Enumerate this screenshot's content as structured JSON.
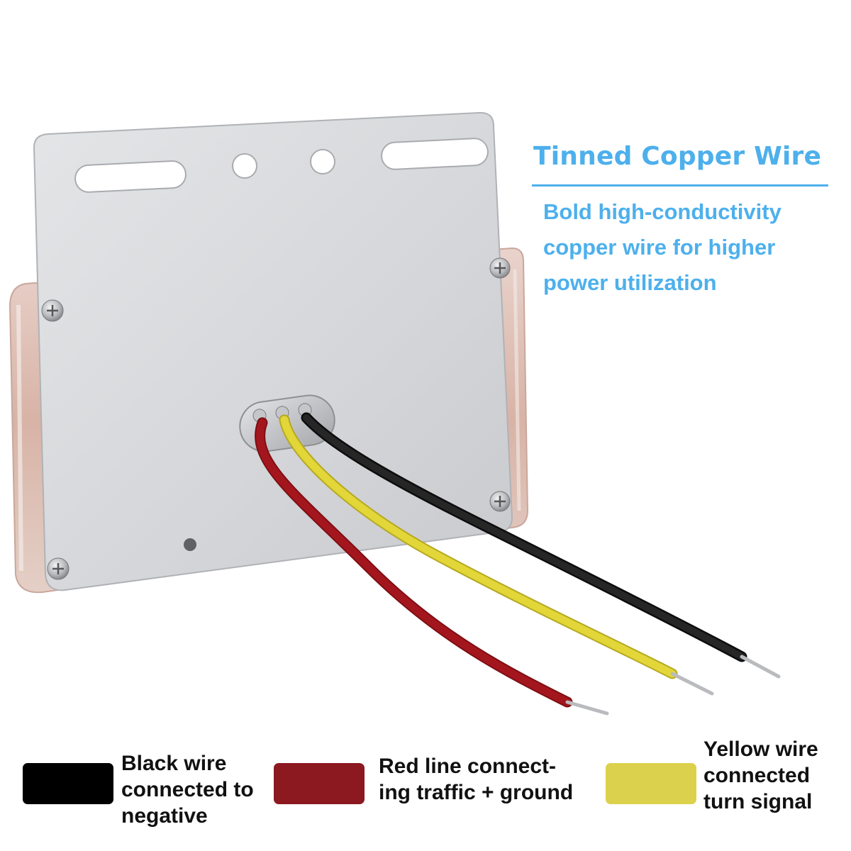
{
  "heading": "Tinned Copper Wire",
  "subtitle": "Bold high-conductivity\ncopper wire for higher\npower utilization",
  "colors": {
    "accent": "#4db0ec",
    "plate": "#d9dadc",
    "black_wire": "#1a1a1a",
    "red_wire": "#a4161d",
    "yellow_wire": "#e2d638"
  },
  "legend": [
    {
      "label": "Black wire\nconnected to\nnegative",
      "color": "#000000"
    },
    {
      "label": "Red line connect-\ning traffic + ground",
      "color": "#8c1820"
    },
    {
      "label": "Yellow wire\nconnected\nturn signal",
      "color": "#dcd14c"
    }
  ]
}
